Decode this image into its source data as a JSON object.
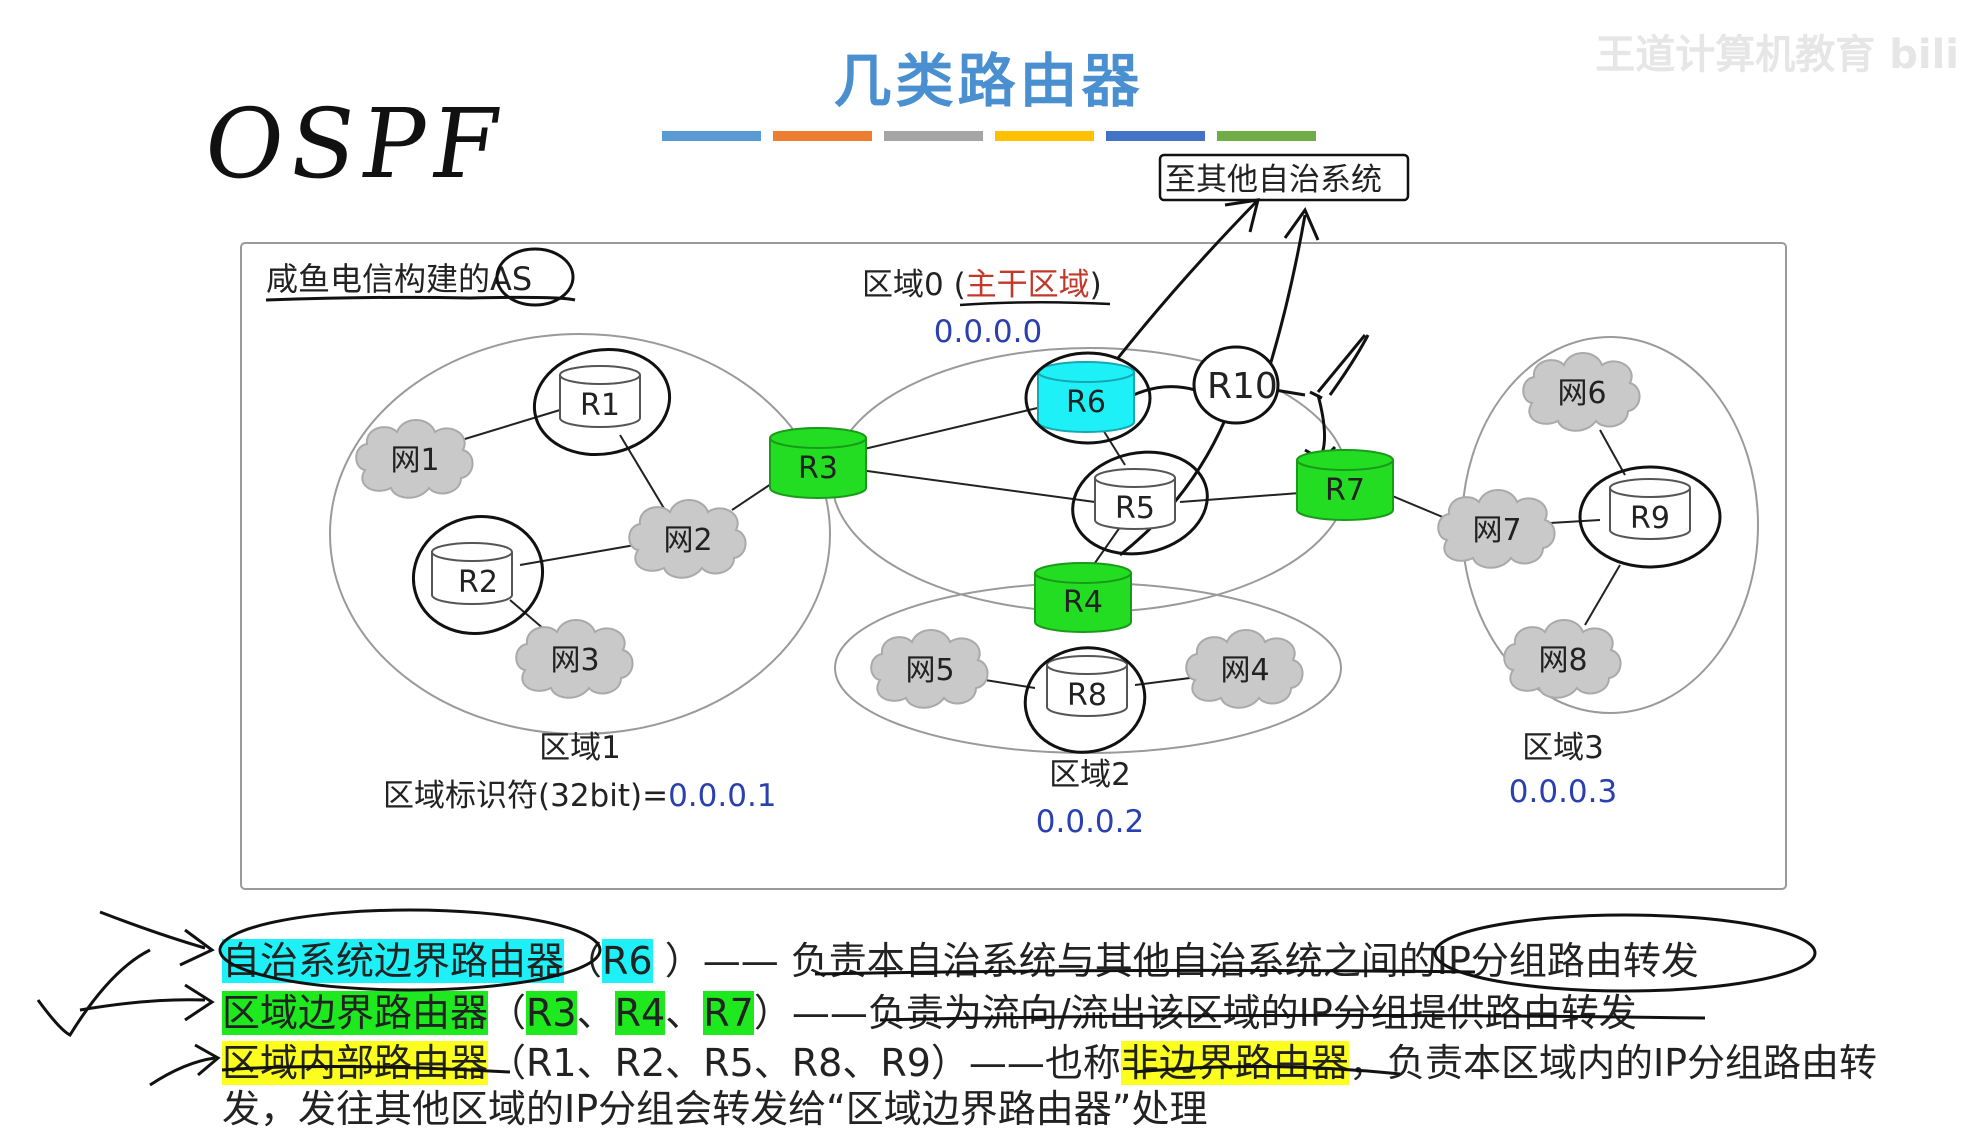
{
  "title": "几类路由器",
  "watermark": "王道计算机教育 bili",
  "handwritten": {
    "ospf": "OSPF",
    "to_other_as": "至其他自治系统",
    "r10": "R10"
  },
  "diagram": {
    "as_label": "咸鱼电信构建的AS",
    "area0": {
      "label_prefix": "区域0 (",
      "label_red": "主干区域",
      "label_suffix": ")",
      "id": "0.0.0.0"
    },
    "area1": {
      "label": "区域1",
      "id_prefix": "区域标识符(32bit)=",
      "id": "0.0.0.1"
    },
    "area2": {
      "label": "区域2",
      "id": "0.0.0.2"
    },
    "area3": {
      "label": "区域3",
      "id": "0.0.0.3"
    },
    "routers": {
      "r1": "R1",
      "r2": "R2",
      "r3": "R3",
      "r4": "R4",
      "r5": "R5",
      "r6": "R6",
      "r7": "R7",
      "r8": "R8",
      "r9": "R9"
    },
    "networks": {
      "n1": "网1",
      "n2": "网2",
      "n3": "网3",
      "n4": "网4",
      "n5": "网5",
      "n6": "网6",
      "n7": "网7",
      "n8": "网8"
    }
  },
  "legend": {
    "line1": {
      "term": "自治系统边界路由器",
      "open": "（",
      "r6": "R6",
      "close": " ）—— ",
      "desc": "负责本自治系统与其他自治系统之间的IP分组路由转发"
    },
    "line2": {
      "term": "区域边界路由器",
      "open": "（",
      "r3": "R3",
      "sep1": "、",
      "r4": "R4",
      "sep2": "、",
      "r7": "R7",
      "close": "）——",
      "desc": "负责为流向/流出该区域的IP分组提供路由转发"
    },
    "line3": {
      "term": "区域内部路由器",
      "mid": "（R1、R2、R5、R8、R9）——也称",
      "term2": "非边界路由器",
      "desc": "，负责本区域内的IP分组路由转"
    },
    "line4": {
      "text": "发，发往其他区域的IP分组会转发给“区域边界路由器”处理"
    }
  },
  "colors": {
    "title": "#4a8fd0",
    "asbr": "#1ef0f8",
    "abr": "#1ee81e",
    "internal": "#fcff1e",
    "area_id": "#2a3fb0",
    "backbone": "#c0392b",
    "bars": [
      "#5b9bd5",
      "#ed7d31",
      "#a5a5a5",
      "#ffc000",
      "#4472c4",
      "#70ad47"
    ]
  }
}
